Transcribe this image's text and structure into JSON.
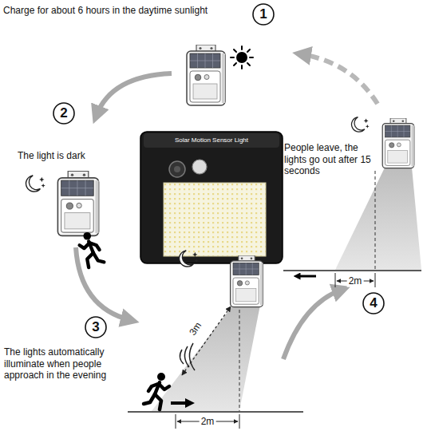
{
  "diagram": {
    "labels": [
      "1",
      "Charge for about 6 hours in the daytime sunlight",
      "2",
      "The light is dark",
      "People leave, the lights go out after 15 seconds",
      "Solar Motion Sensor Light",
      "3m",
      "3",
      "4",
      "2m",
      "The lights automatically illuminate when people approach in the evening",
      "2m"
    ]
  }
}
